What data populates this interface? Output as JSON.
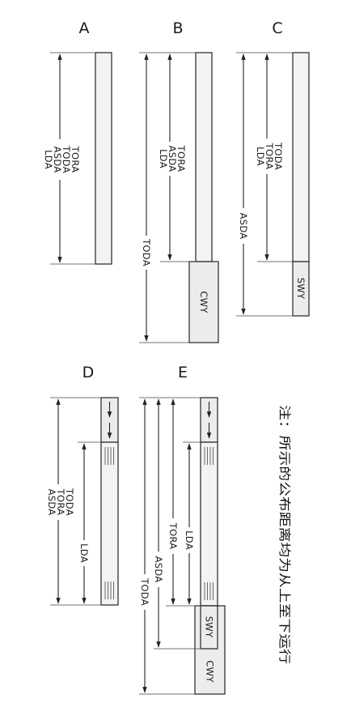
{
  "panels": {
    "a": {
      "letter": "A",
      "labels": [
        "TORA",
        "TODA",
        "ASDA",
        "LDA"
      ]
    },
    "b": {
      "letter": "B",
      "labels": [
        "TORA",
        "ASDA",
        "LDA"
      ],
      "toda": "TODA",
      "cwy": "CWY"
    },
    "c": {
      "letter": "C",
      "labels": [
        "TODA",
        "TORA",
        "LDA"
      ],
      "asda": "ASDA",
      "swy": "SWY"
    },
    "d": {
      "letter": "D",
      "labels": [
        "TODA",
        "TORA",
        "ASDA"
      ],
      "lda": "LDA"
    },
    "e": {
      "letter": "E",
      "lda": "LDA",
      "tora": "TORA",
      "asda": "ASDA",
      "toda": "TODA",
      "swy": "SWY",
      "cwy": "CWY"
    }
  },
  "note": "注：所示的公布距离均为从上至下运行"
}
